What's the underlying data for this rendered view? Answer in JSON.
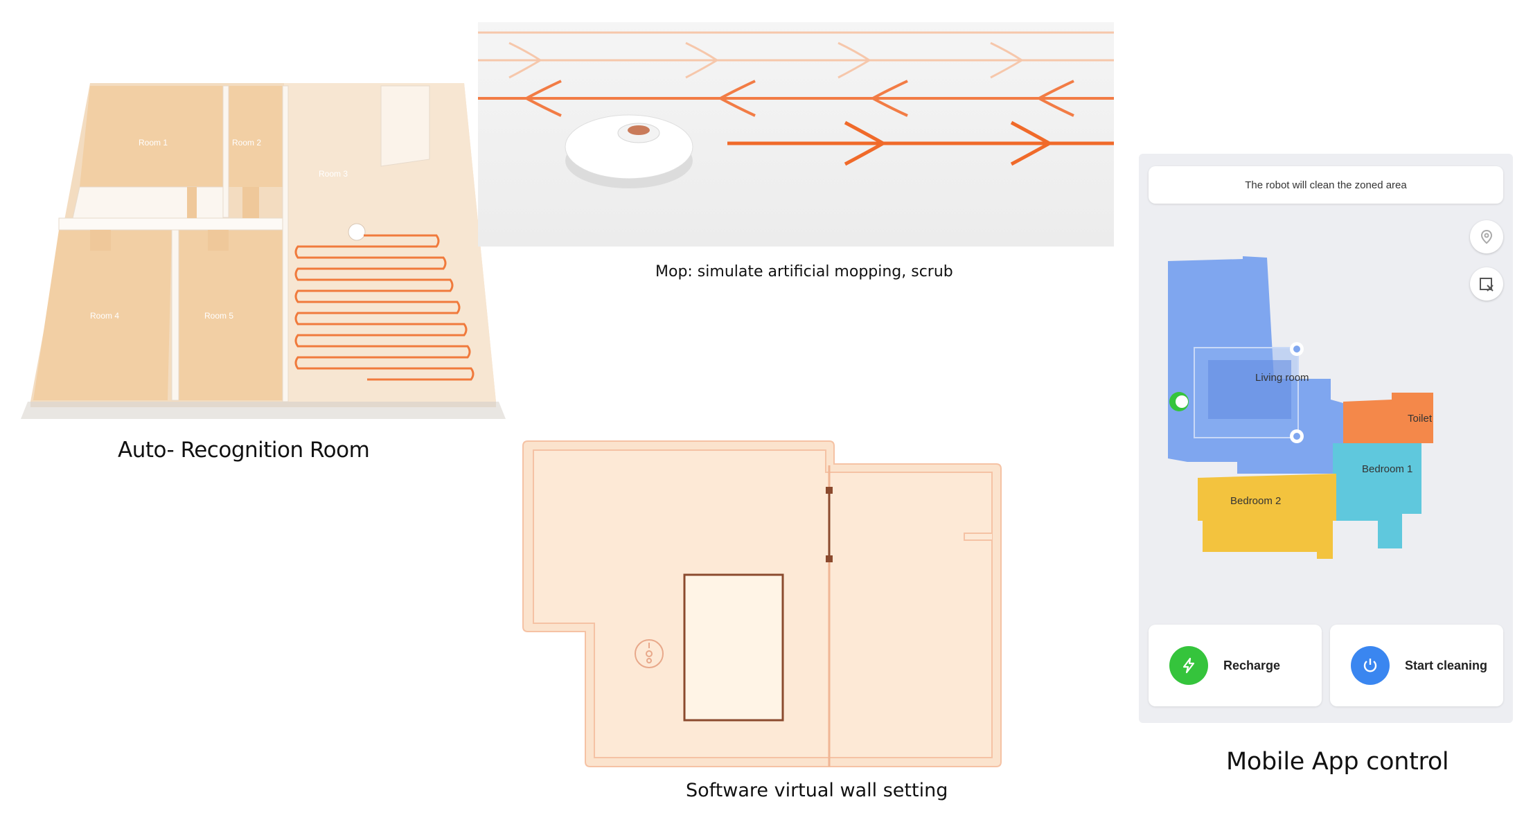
{
  "captions": {
    "auto_room": "Auto- Recognition Room",
    "mop": "Mop: simulate artificial mopping, scrub",
    "virtual_wall": "Software virtual wall setting",
    "mobile_app": "Mobile App control"
  },
  "auto_room_panel": {
    "room_labels": [
      "Room 1",
      "Room 2",
      "Room 3",
      "Room 4",
      "Room 5"
    ]
  },
  "app": {
    "notice": "The robot will clean the zoned area",
    "rooms": {
      "living_room": "Living room",
      "toilet": "Toilet",
      "bedroom1": "Bedroom 1",
      "bedroom2": "Bedroom 2"
    },
    "buttons": {
      "recharge": "Recharge",
      "start_cleaning": "Start cleaning"
    },
    "colors": {
      "living_room": "#7fa6ef",
      "toilet": "#f4884a",
      "bedroom1": "#5fc8dd",
      "bedroom2": "#f3c33e",
      "recharge": "#35c43c",
      "start": "#3a86f0"
    }
  },
  "colors": {
    "accent_orange": "#f06a2a",
    "floor_peach": "#f8d9b4"
  }
}
